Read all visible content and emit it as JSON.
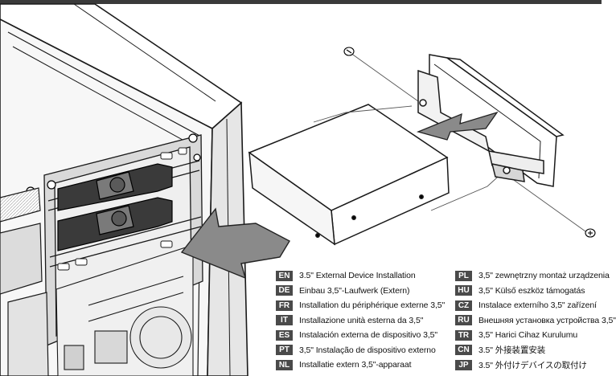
{
  "instructions": [
    {
      "code": "EN",
      "text": "3.5\" External Device Installation"
    },
    {
      "code": "DE",
      "text": "Einbau 3,5\"-Laufwerk (Extern)"
    },
    {
      "code": "FR",
      "text": "Installation du périphérique externe 3,5\""
    },
    {
      "code": "IT",
      "text": "Installazione unità esterna da 3,5\""
    },
    {
      "code": "ES",
      "text": "Instalación externa de dispositivo 3,5\""
    },
    {
      "code": "PT",
      "text": "3,5\" Instalação de dispositivo externo"
    },
    {
      "code": "NL",
      "text": "Installatie extern 3,5\"-apparaat"
    },
    {
      "code": "PL",
      "text": "3,5\" zewnętrzny montaż urządzenia"
    },
    {
      "code": "HU",
      "text": "3,5\" Külső eszköz támogatás"
    },
    {
      "code": "CZ",
      "text": "Instalace externího 3,5\" zařízení"
    },
    {
      "code": "RU",
      "text": "Внешняя установка устройства 3,5\""
    },
    {
      "code": "TR",
      "text": "3,5\" Harici Cihaz Kurulumu"
    },
    {
      "code": "CN",
      "text": "3.5\" 外接装置安装"
    },
    {
      "code": "JP",
      "text": "3.5\" 外付けデバイスの取付け"
    }
  ]
}
